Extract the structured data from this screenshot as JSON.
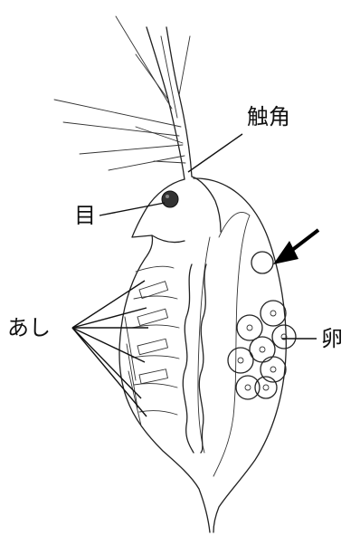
{
  "labels": {
    "antenna": "触角",
    "eye": "目",
    "legs": "あし",
    "egg": "卵"
  },
  "colors": {
    "ink": "#222222",
    "eye_fill": "#333333"
  },
  "icons": {
    "pointer": "arrow-pointing-down-left"
  }
}
